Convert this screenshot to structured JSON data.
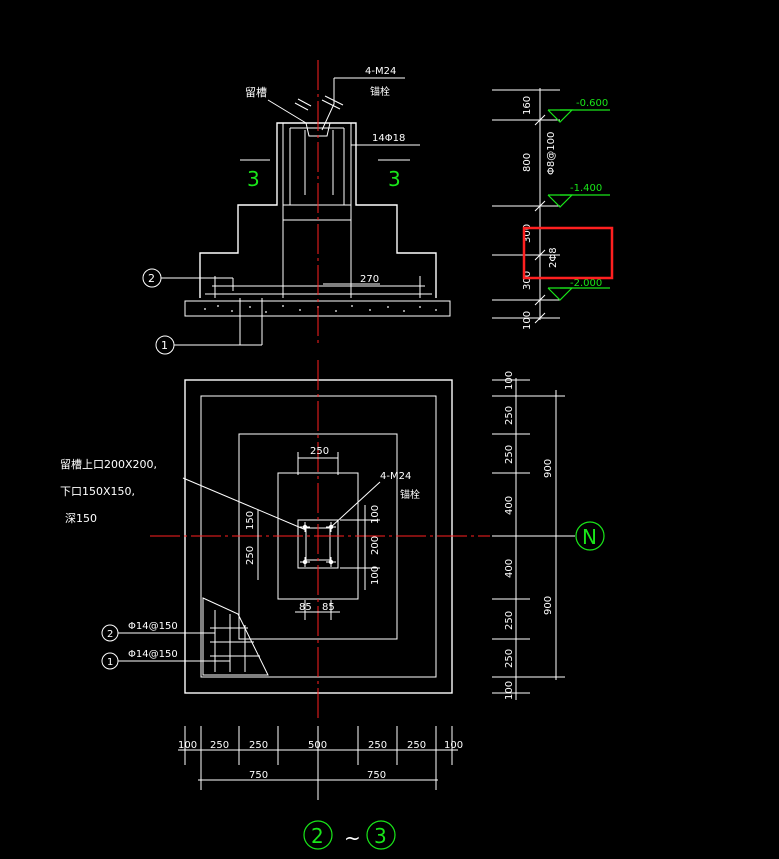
{
  "colors": {
    "background": "#000000",
    "lines": "#ffffff",
    "centerline": "#ff2020",
    "accent": "#19e619",
    "highlight": "#ff2020"
  },
  "section": {
    "slot_label": "留槽",
    "bolt_label_top": "4-M24",
    "bolt_label_bottom": "锚栓",
    "rebar_label": "14Φ18",
    "cut_mark_left": "3",
    "cut_mark_right": "3",
    "dim_270": "270",
    "callout_2": "2",
    "callout_1": "1"
  },
  "elevations": {
    "dims": [
      "160",
      "800",
      "300",
      "300",
      "100"
    ],
    "stirrup_label": "Φ8@100",
    "tie_label": "2Φ8",
    "levels": [
      "-0.600",
      "-1.400",
      "-2.000"
    ]
  },
  "plan": {
    "slot_note_line1": "留槽上口200X200,",
    "slot_note_line2": "下口150X150,",
    "slot_note_line3": "深150",
    "bolt_top": "4-M24",
    "bolt_bottom": "锚栓",
    "dim_top_250": "250",
    "dim_left_150": "150",
    "dim_left_250": "250",
    "dim_right_100a": "100",
    "dim_right_200": "200",
    "dim_right_100b": "100",
    "dim_85a": "85",
    "dim_85b": "85",
    "rebar2_label": "Φ14@150",
    "rebar1_label": "Φ14@150",
    "callout_2": "2",
    "callout_1": "1",
    "right_dims": [
      "100",
      "250",
      "250",
      "400",
      "400",
      "250",
      "250",
      "100"
    ],
    "right_totals": [
      "900",
      "900"
    ],
    "axis_right": "N",
    "bottom_dims": [
      "100",
      "250",
      "250",
      "500",
      "250",
      "250",
      "100"
    ],
    "bottom_totals": [
      "750",
      "750"
    ],
    "axis_left": "2",
    "axis_tilde": "~",
    "axis_right_bottom": "3"
  }
}
